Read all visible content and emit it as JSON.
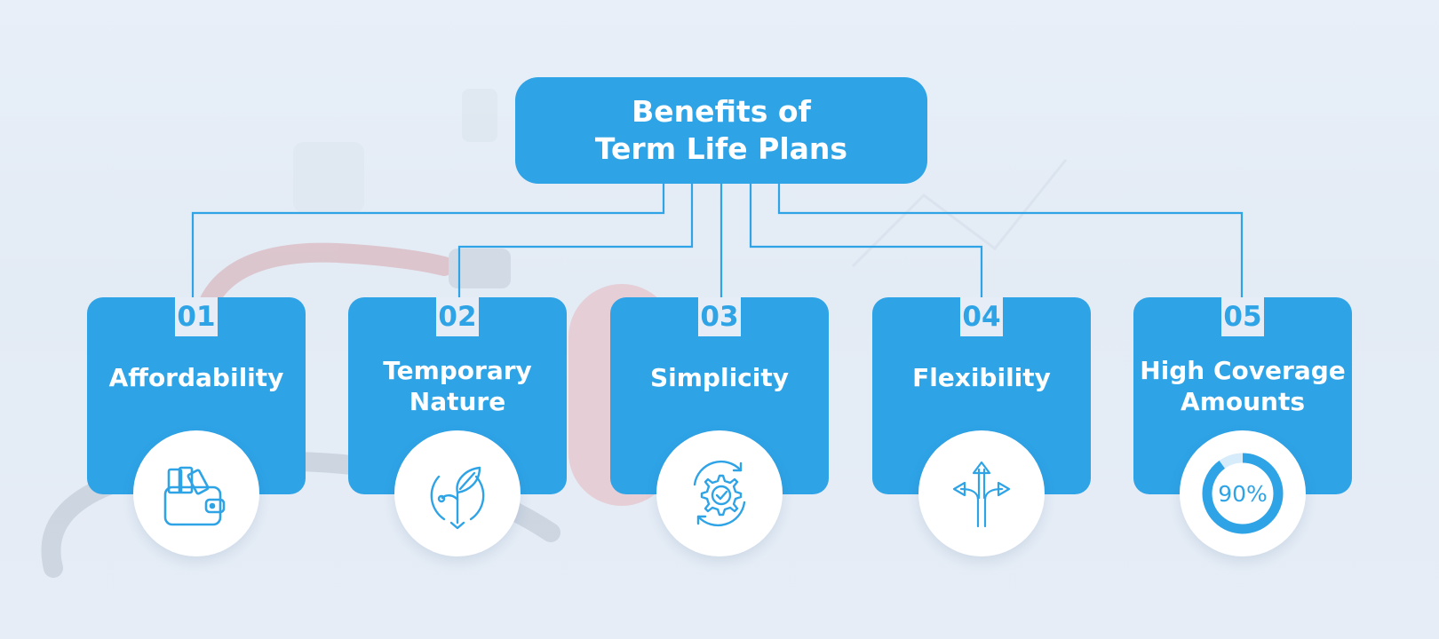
{
  "title": {
    "line1": "Benefits of",
    "line2": "Term Life Plans"
  },
  "benefits": [
    {
      "number": "01",
      "label": "Affordability",
      "icon": "wallet-icon"
    },
    {
      "number": "02",
      "label_lines": [
        "Temporary",
        "Nature"
      ],
      "icon": "plant-sprout-icon"
    },
    {
      "number": "03",
      "label": "Simplicity",
      "icon": "gear-cycle-icon"
    },
    {
      "number": "04",
      "label": "Flexibility",
      "icon": "branching-arrows-icon"
    },
    {
      "number": "05",
      "label_lines": [
        "High Coverage",
        "Amounts"
      ],
      "icon": "progress-ring-icon",
      "coverage_text": "90%",
      "coverage_fraction": 0.9
    }
  ],
  "colors": {
    "accent": "#2ea3e6",
    "background": "#e6edf6",
    "icon_bg": "#ffffff"
  }
}
